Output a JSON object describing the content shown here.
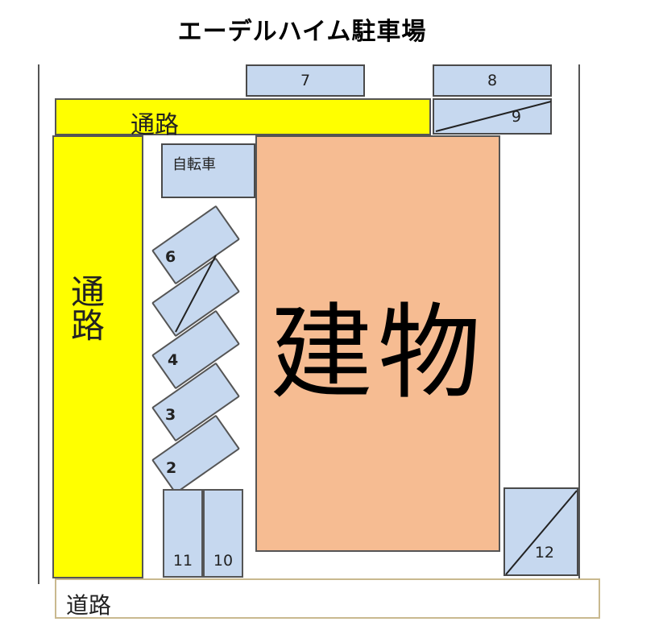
{
  "title": "エーデルハイム駐車場",
  "labels": {
    "top_path": "通路",
    "left_path": "通路",
    "building": "建物",
    "road": "道路",
    "bicycle": "自転車"
  },
  "spots": {
    "s2": "2",
    "s3": "3",
    "s4": "4",
    "s6": "6",
    "s7": "7",
    "s8": "8",
    "s9": "9",
    "s10": "10",
    "s11": "11",
    "s12": "12"
  },
  "colors": {
    "path": "#ffff00",
    "spot": "#c6d8ef",
    "building": "#f6bc92",
    "road_border": "#c9b98f"
  }
}
